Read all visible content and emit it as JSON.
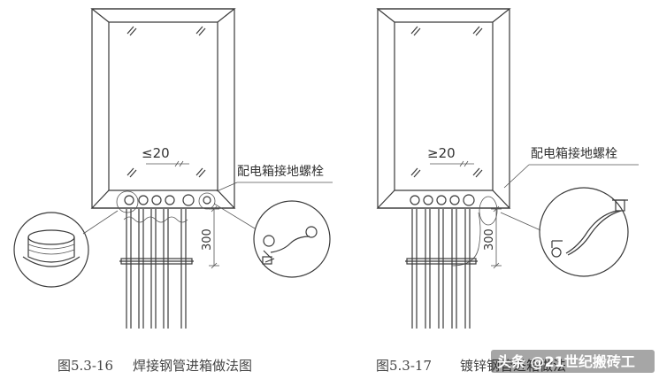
{
  "figures": [
    {
      "spacing_label": "≤20",
      "callout_label": "配电箱接地螺栓",
      "dimension_label": "300",
      "caption_number": "图5.3-16",
      "caption_title": "焊接钢管进箱做法图"
    },
    {
      "spacing_label": "≥20",
      "callout_label": "配电箱接地螺栓",
      "dimension_label": "300",
      "caption_number": "图5.3-17",
      "caption_title": "镀锌钢管进箱做法"
    }
  ],
  "watermark": {
    "text": "头条 @21世纪搬砖工"
  }
}
